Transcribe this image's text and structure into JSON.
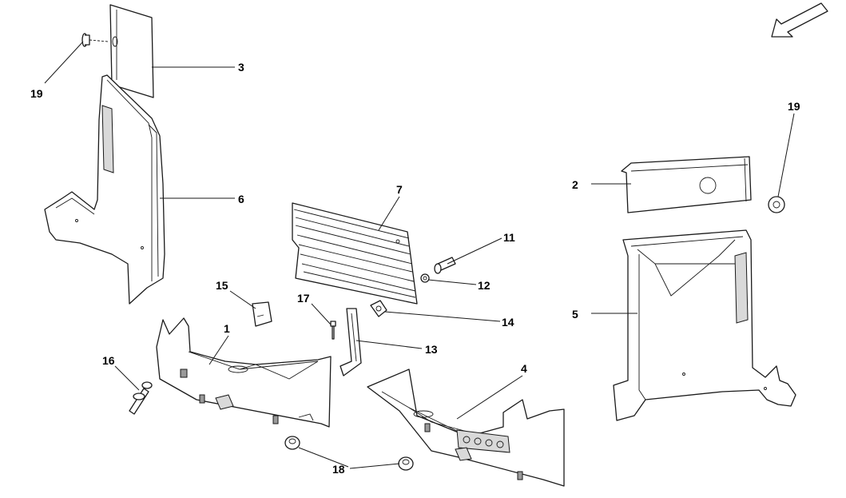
{
  "callouts": [
    {
      "id": "c1",
      "label": "1"
    },
    {
      "id": "c2",
      "label": "2"
    },
    {
      "id": "c3",
      "label": "3"
    },
    {
      "id": "c4",
      "label": "4"
    },
    {
      "id": "c5",
      "label": "5"
    },
    {
      "id": "c6",
      "label": "6"
    },
    {
      "id": "c7",
      "label": "7"
    },
    {
      "id": "c11",
      "label": "11"
    },
    {
      "id": "c12",
      "label": "12"
    },
    {
      "id": "c13",
      "label": "13"
    },
    {
      "id": "c14",
      "label": "14"
    },
    {
      "id": "c15",
      "label": "15"
    },
    {
      "id": "c16",
      "label": "16"
    },
    {
      "id": "c17",
      "label": "17"
    },
    {
      "id": "c18",
      "label": "18"
    },
    {
      "id": "c19a",
      "label": "19"
    },
    {
      "id": "c19b",
      "label": "19"
    }
  ],
  "icons": {
    "orientation": "direction-arrow-icon"
  }
}
